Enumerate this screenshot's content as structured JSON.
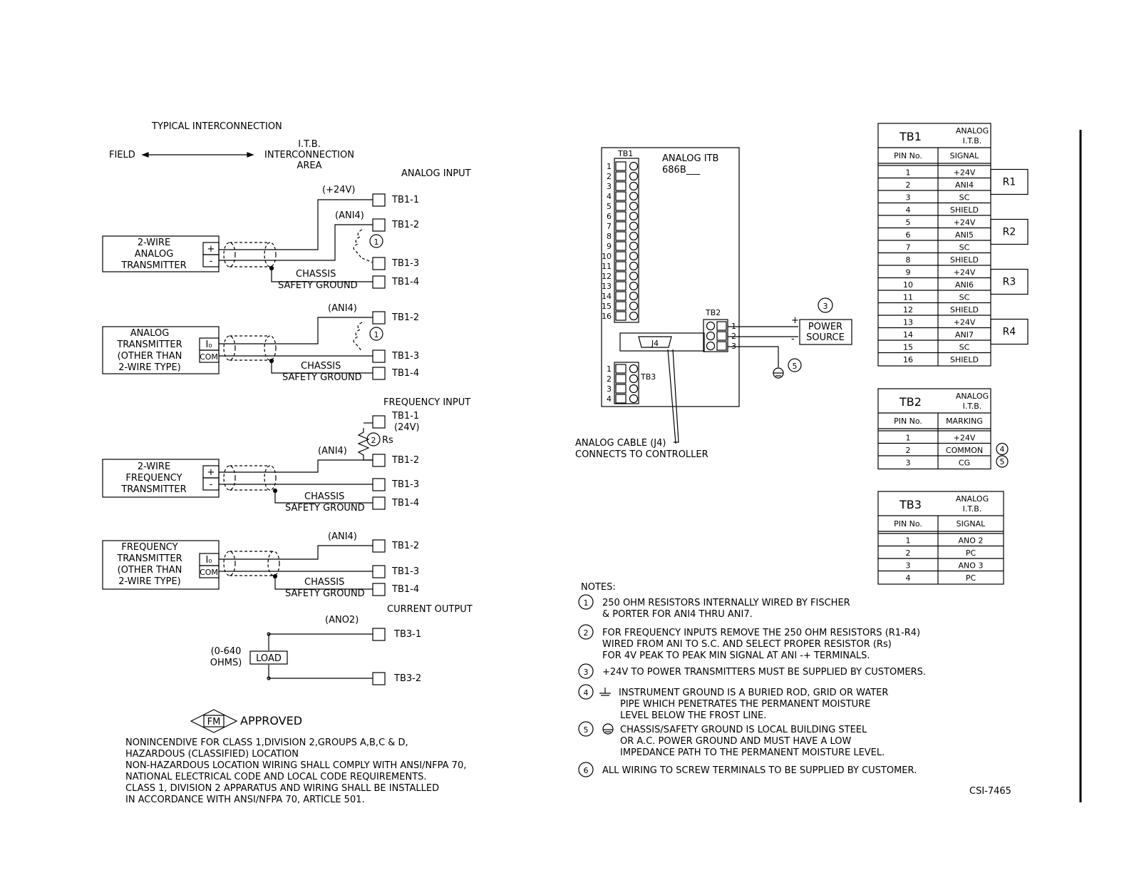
{
  "left": {
    "title": "TYPICAL INTERCONNECTION",
    "field": "FIELD",
    "itb": [
      "I.T.B.",
      "INTERCONNECTION",
      "AREA"
    ],
    "analog_input": "ANALOG INPUT",
    "frequency_input": "FREQUENCY INPUT",
    "current_output": "CURRENT OUTPUT",
    "tx1": [
      "2-WIRE",
      "ANALOG",
      "TRANSMITTER"
    ],
    "tx2": [
      "ANALOG",
      "TRANSMITTER",
      "(OTHER THAN",
      "2-WIRE TYPE)"
    ],
    "tx3": [
      "2-WIRE",
      "FREQUENCY",
      "TRANSMITTER"
    ],
    "tx4": [
      "FREQUENCY",
      "TRANSMITTER",
      "(OTHER THAN",
      "2-WIRE TYPE)"
    ],
    "plus": "+",
    "minus": "-",
    "io": "I₀",
    "com": "COM",
    "v24": "(+24V)",
    "ani4": "(ANI4)",
    "ano2": "(ANO2)",
    "chassis": "CHASSIS",
    "safety_ground": "SAFETY GROUND",
    "tb1_1": "TB1-1",
    "tb1_2": "TB1-2",
    "tb1_3": "TB1-3",
    "tb1_4": "TB1-4",
    "tb1_1_24v": "(24V)",
    "tb3_1": "TB3-1",
    "tb3_2": "TB3-2",
    "rs": "Rs",
    "load": "LOAD",
    "ohms": [
      "(0-640",
      "OHMS)"
    ],
    "fm": "FM",
    "approved": "APPROVED",
    "note1": "1",
    "note2": "2",
    "fm_text": [
      "NONINCENDIVE FOR CLASS 1,DIVISION 2,GROUPS A,B,C & D,",
      "HAZARDOUS (CLASSIFIED) LOCATION",
      "NON-HAZARDOUS LOCATION WIRING SHALL COMPLY WITH ANSI/NFPA 70,",
      "NATIONAL ELECTRICAL CODE AND LOCAL CODE REQUIREMENTS.",
      "CLASS 1, DIVISION 2 APPARATUS AND WIRING SHALL BE INSTALLED",
      "IN ACCORDANCE WITH ANSI/NFPA 70, ARTICLE 501."
    ]
  },
  "board": {
    "tb1": "TB1",
    "title": [
      "ANALOG ITB",
      "686B___"
    ],
    "pins16": [
      "1",
      "2",
      "3",
      "4",
      "5",
      "6",
      "7",
      "8",
      "9",
      "10",
      "11",
      "12",
      "13",
      "14",
      "15",
      "16"
    ],
    "tb2": "TB2",
    "tb2_pins": [
      "1",
      "2",
      "3"
    ],
    "tb3": "TB3",
    "tb3_pins": [
      "1",
      "2",
      "3",
      "4"
    ],
    "j4": "J4",
    "power_source": [
      "POWER",
      "SOURCE"
    ],
    "plus": "+",
    "minus": "-",
    "note3": "3",
    "note5": "5",
    "cable": [
      "ANALOG CABLE (J4)",
      "CONNECTS TO CONTROLLER"
    ]
  },
  "tables": {
    "tb1": {
      "title": "TB1",
      "sub": [
        "ANALOG",
        "I.T.B."
      ],
      "headers": [
        "PIN No.",
        "SIGNAL"
      ],
      "rows": [
        [
          "1",
          "+24V"
        ],
        [
          "2",
          "ANI4"
        ],
        [
          "3",
          "SC"
        ],
        [
          "4",
          "SHIELD"
        ],
        [
          "5",
          "+24V"
        ],
        [
          "6",
          "ANI5"
        ],
        [
          "7",
          "SC"
        ],
        [
          "8",
          "SHIELD"
        ],
        [
          "9",
          "+24V"
        ],
        [
          "10",
          "ANI6"
        ],
        [
          "11",
          "SC"
        ],
        [
          "12",
          "SHIELD"
        ],
        [
          "13",
          "+24V"
        ],
        [
          "14",
          "ANI7"
        ],
        [
          "15",
          "SC"
        ],
        [
          "16",
          "SHIELD"
        ]
      ],
      "resistors": [
        "R1",
        "R2",
        "R3",
        "R4"
      ]
    },
    "tb2": {
      "title": "TB2",
      "sub": [
        "ANALOG",
        "I.T.B."
      ],
      "headers": [
        "PIN No.",
        "MARKING"
      ],
      "rows": [
        [
          "1",
          "+24V"
        ],
        [
          "2",
          "COMMON"
        ],
        [
          "3",
          "CG"
        ]
      ],
      "notes": [
        "4",
        "5"
      ]
    },
    "tb3": {
      "title": "TB3",
      "sub": [
        "ANALOG",
        "I.T.B."
      ],
      "headers": [
        "PIN No.",
        "SIGNAL"
      ],
      "rows": [
        [
          "1",
          "ANO 2"
        ],
        [
          "2",
          "PC"
        ],
        [
          "3",
          "ANO 3"
        ],
        [
          "4",
          "PC"
        ]
      ]
    }
  },
  "notes": {
    "title": "NOTES:",
    "items": [
      {
        "num": "1",
        "lines": [
          "250 OHM RESISTORS INTERNALLY WIRED BY FISCHER",
          "& PORTER FOR ANI4 THRU ANI7."
        ]
      },
      {
        "num": "2",
        "lines": [
          "FOR FREQUENCY INPUTS REMOVE THE 250 OHM RESISTORS (R1-R4)",
          "WIRED FROM ANI TO S.C. AND SELECT PROPER RESISTOR (Rs)",
          "FOR 4V PEAK TO PEAK MIN SIGNAL AT ANI -+ TERMINALS."
        ]
      },
      {
        "num": "3",
        "lines": [
          "+24V TO POWER TRANSMITTERS MUST BE SUPPLIED BY CUSTOMERS."
        ]
      },
      {
        "num": "4",
        "lines": [
          "INSTRUMENT GROUND IS A BURIED ROD, GRID OR WATER",
          "PIPE WHICH PENETRATES THE PERMANENT MOISTURE",
          "LEVEL BELOW THE FROST LINE."
        ]
      },
      {
        "num": "5",
        "lines": [
          "CHASSIS/SAFETY GROUND IS LOCAL BUILDING STEEL",
          "OR A.C. POWER GROUND AND MUST HAVE A LOW",
          "IMPEDANCE PATH TO THE PERMANENT MOISTURE LEVEL."
        ]
      },
      {
        "num": "6",
        "lines": [
          "ALL WIRING TO SCREW TERMINALS TO BE SUPPLIED BY CUSTOMER."
        ]
      }
    ],
    "drawing_no": "CSI-7465"
  }
}
